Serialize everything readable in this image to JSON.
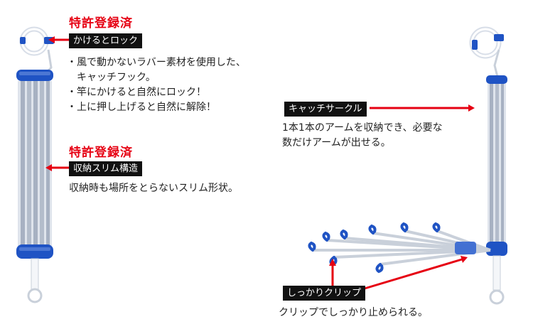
{
  "left_top": {
    "badge": "特許登録済",
    "tag": "かけるとロック",
    "bullets": [
      "・風で動かないラバー素材を使用した、",
      "　キャッチフック。",
      "・竿にかけると自然にロック！",
      "・上に押し上げると自然に解除！"
    ]
  },
  "left_mid": {
    "badge": "特許登録済",
    "tag": "収納スリム構造",
    "desc": "収納時も場所をとらないスリム形状。"
  },
  "right_top": {
    "tag": "キャッチサークル",
    "desc_lines": [
      "1本1本のアームを収納でき、必要な",
      "数だけアームが出せる。"
    ]
  },
  "right_bottom": {
    "tag": "しっかりクリップ",
    "desc": "クリップでしっかり止められる。"
  },
  "colors": {
    "accent_red": "#e60012",
    "product_blue": "#1f53c4",
    "tag_black": "#111111"
  }
}
